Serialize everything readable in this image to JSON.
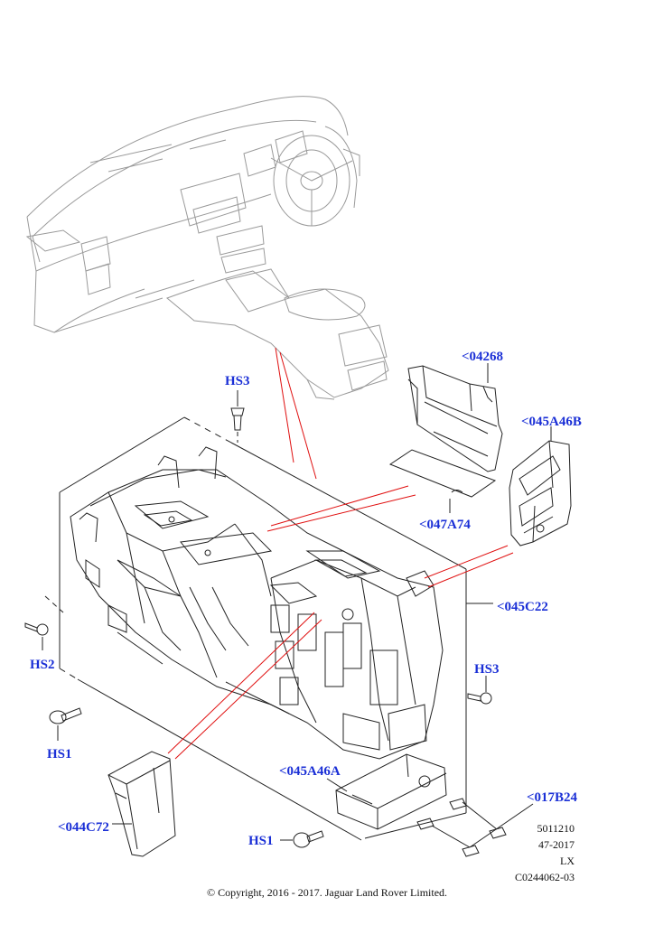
{
  "callouts": {
    "hs3_top": "HS3",
    "c04268": "<04268",
    "c045A46B": "<045A46B",
    "c047A74": "<047A74",
    "c045C22": "<045C22",
    "hs2": "HS2",
    "hs3_right": "HS3",
    "hs1_left": "HS1",
    "c045A46A": "<045A46A",
    "c044C72": "<044C72",
    "c017B24": "<017B24",
    "hs1_bottom": "HS1"
  },
  "meta": {
    "line1": "5011210",
    "line2": "47-2017",
    "line3": "LX",
    "line4": "C0244062-03"
  },
  "copyright": "© Copyright, 2016 - 2017. Jaguar Land Rover Limited.",
  "colors": {
    "callout": "#1a2fd6",
    "leader_red": "#e01010",
    "line_art": "#222222",
    "dashboard_art": "#9a9a9a"
  }
}
